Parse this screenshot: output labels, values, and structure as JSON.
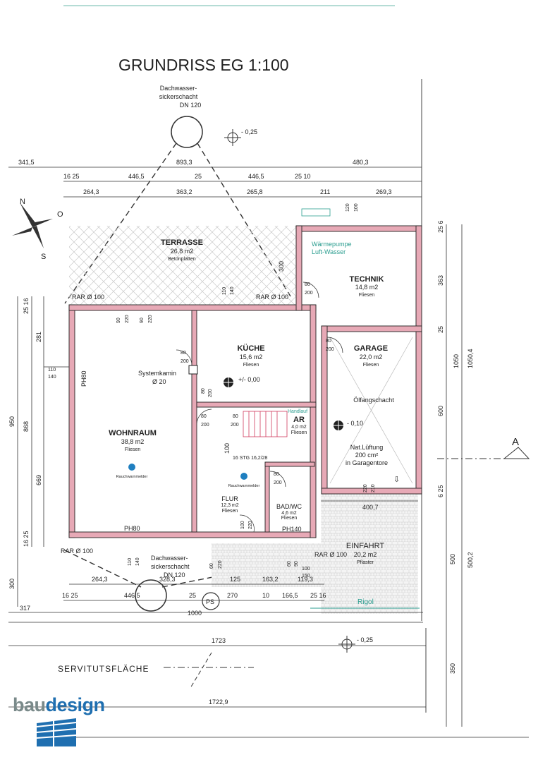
{
  "title": "GRUNDRISS EG 1:100",
  "logo": {
    "part1": "bau",
    "part2": "design"
  },
  "colors": {
    "wall": "#e7a9b6",
    "accent": "#2a9d8f",
    "sensor": "#1f7fc0"
  },
  "compass": {
    "n": "N",
    "o": "O",
    "s": "S"
  },
  "section_marker": "A",
  "levels": {
    "top": "- 0,25",
    "kitchen": "+/- 0,00",
    "garage": "- 0,10",
    "bottom": "- 0,25"
  },
  "sumpf_top": {
    "l1": "Dachwasser-",
    "l2": "sickerschacht",
    "l3": "DN 120"
  },
  "sumpf_bottom": {
    "l1": "Dachwasser-",
    "l2": "sickerschacht",
    "l3": "DN 120"
  },
  "dims_top": {
    "r1": [
      "341,5",
      "893,3",
      "480,3"
    ],
    "r2": [
      "16 25",
      "446,5",
      "25",
      "446,5",
      "25 10"
    ],
    "r3": [
      "264,3",
      "363,2",
      "265,8",
      "211",
      "269,3"
    ]
  },
  "dims_right": [
    "25 6",
    "363",
    "25",
    "1050",
    "1050,4",
    "600",
    "6 25",
    "500",
    "500,2",
    "350"
  ],
  "dims_left": [
    "25 16",
    "281",
    "110",
    "140",
    "950",
    "868",
    "669",
    "16 25",
    "300"
  ],
  "dims_bottom": {
    "r1": [
      "264,3",
      "328,3",
      "125",
      "163,2",
      "119,3"
    ],
    "r2": [
      "16 25",
      "446,5",
      "25",
      "270",
      "10",
      "166,5",
      "25 16"
    ],
    "r3": [
      "317",
      "1000"
    ],
    "r4": [
      "1723"
    ],
    "r5": [
      "1722,9"
    ],
    "r6": [
      "400,7"
    ]
  },
  "rooms": {
    "terrasse": {
      "name": "TERRASSE",
      "area": "26,8 m2",
      "floor": "Betonplatten"
    },
    "technik": {
      "name": "TECHNIK",
      "area": "14,8 m2",
      "floor": "Fliesen"
    },
    "waermepumpe": {
      "l1": "Wärmepumpe",
      "l2": "Luft-Wasser"
    },
    "kueche": {
      "name": "KÜCHE",
      "area": "15,6 m2",
      "floor": "Fliesen"
    },
    "garage": {
      "name": "GARAGE",
      "area": "22,0 m2",
      "floor": "Fliesen"
    },
    "wohnraum": {
      "name": "WOHNRAUM",
      "area": "38,8 m2",
      "floor": "Fliesen"
    },
    "ar": {
      "name": "AR",
      "area": "4,0 m2",
      "floor": "Fliesen"
    },
    "flur": {
      "name": "FLUR",
      "area": "12,3 m2",
      "floor": "Fliesen"
    },
    "bad": {
      "name": "BAD/WC",
      "area": "4,6 m2",
      "floor": "Fliesen"
    },
    "einfahrt": {
      "name": "EINFAHRT",
      "area": "20,2 m2",
      "floor": "Pflaster"
    }
  },
  "labels": {
    "systemkamin": "Systemkamin",
    "kamin_dn": "Ø 20",
    "oelfang": "Ölfangschacht",
    "lueftung1": "Nat.Lüftung",
    "lueftung2": "200 cm²",
    "lueftung3": "in Garagentore",
    "rauch1": "Rauchwarnmelder",
    "rauch2": "Rauchwarnmelder",
    "handlauf": "Handlauf",
    "stg": "16 STG 16,2/28",
    "rigol": "Rigol",
    "ps": "PS",
    "servitut": "SERVITUTSFLÄCHE",
    "rar1": "RAR Ø 100",
    "rar2": "RAR Ø 100",
    "rar3": "RAR Ø 100",
    "rar4": "RAR Ø 100",
    "ph80a": "PH80",
    "ph80b": "PH80",
    "ph140": "PH140",
    "d100": "100",
    "d300": "300"
  },
  "openings": {
    "t1": "80",
    "b1": "200",
    "t2": "90",
    "b2": "220",
    "t3": "90",
    "b3": "220",
    "t4": "80",
    "b4": "200",
    "t5": "80",
    "b5": "200",
    "t6": "80",
    "b6": "200",
    "t7": "80",
    "b7": "200",
    "t8": "80",
    "b8": "200",
    "t9": "80",
    "b9": "200",
    "t10": "100",
    "b10": "220",
    "t11": "120",
    "b11": "100",
    "t12": "110",
    "b12": "140",
    "t13": "110",
    "b13": "140",
    "t14": "110",
    "b14": "140",
    "t15": "220",
    "b15": "210",
    "t16": "60",
    "b16": "220",
    "t17": "100",
    "b17": "150",
    "t18": "60",
    "b18": "90"
  }
}
